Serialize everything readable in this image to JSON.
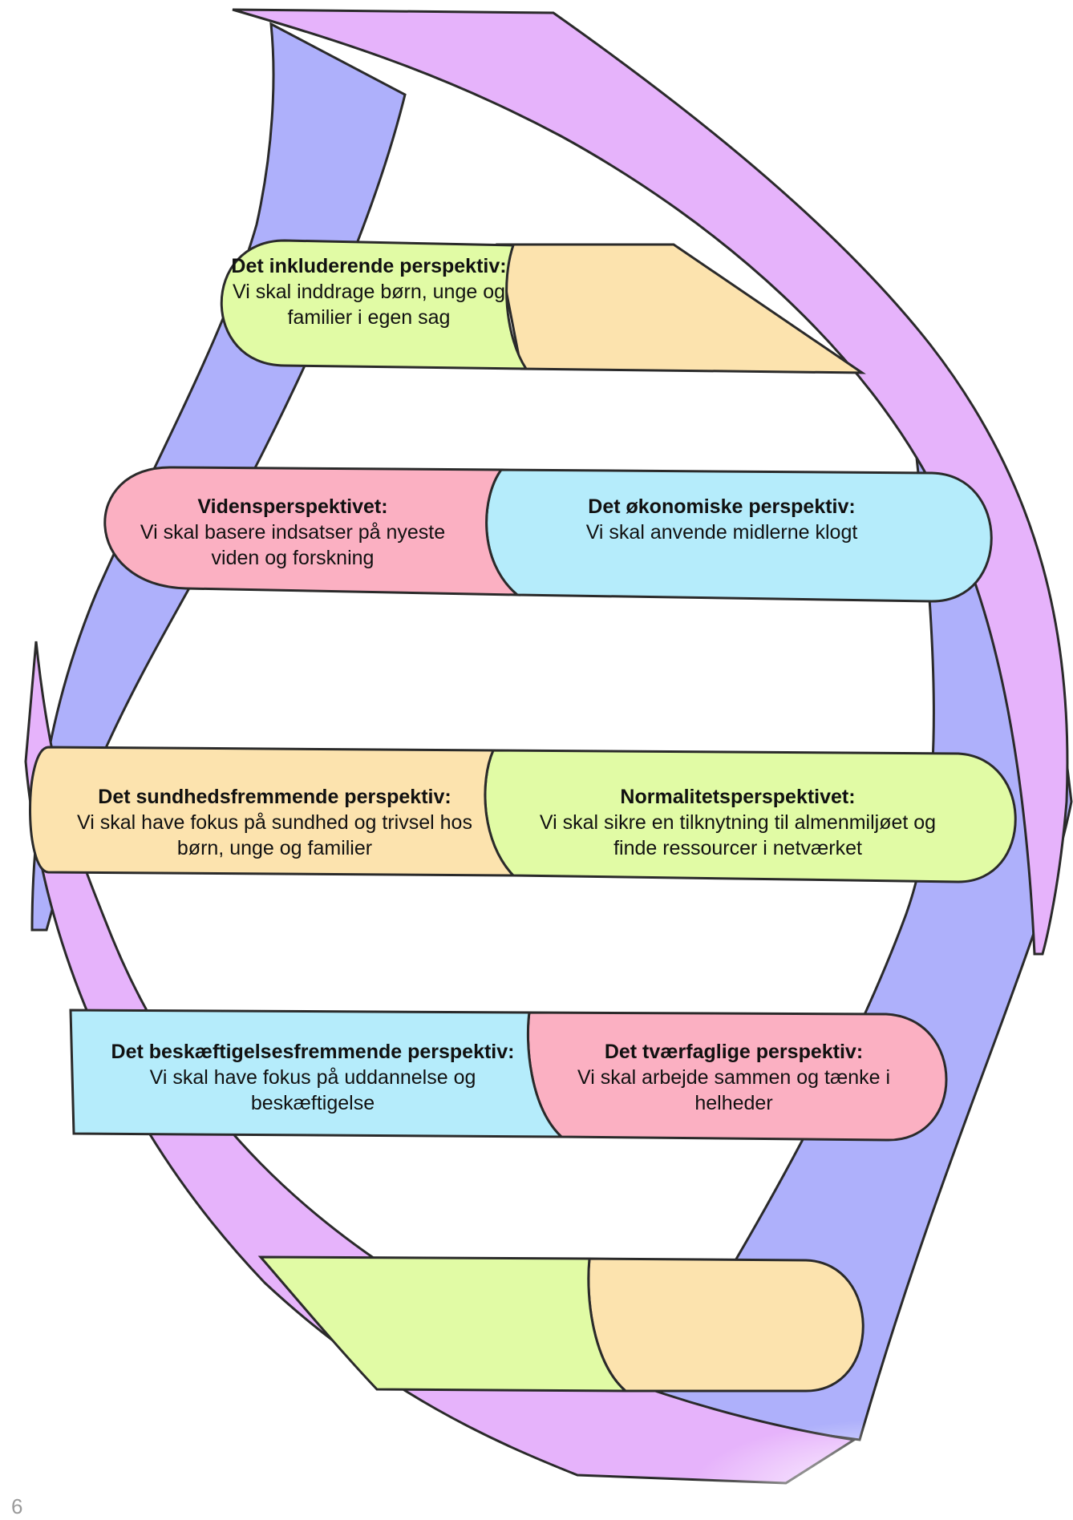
{
  "colors": {
    "strand_front": "#e6b3fb",
    "strand_back": "#aeb0fb",
    "green": "#e1fba5",
    "orange": "#fce3ae",
    "pink": "#fbb0c2",
    "blue": "#b5ecfb",
    "outline": "#2a2a2a"
  },
  "rungs": [
    {
      "left": {
        "color": "green",
        "title": "Det inkluderende perspektiv:",
        "text": "Vi skal inddrage børn, unge og familier i egen sag"
      },
      "right": {
        "color": "orange",
        "title": "",
        "text": ""
      }
    },
    {
      "left": {
        "color": "pink",
        "title": "Vidensperspektivet:",
        "text": "Vi skal basere indsatser på nyeste viden og forskning"
      },
      "right": {
        "color": "blue",
        "title": "Det økonomiske perspektiv:",
        "text": "Vi skal anvende midlerne klogt"
      }
    },
    {
      "left": {
        "color": "orange",
        "title": "Det sundhedsfremmende perspektiv:",
        "text": "Vi skal have fokus på sundhed og trivsel hos børn, unge og familier"
      },
      "right": {
        "color": "green",
        "title": "Normalitetsperspektivet:",
        "text": "Vi skal sikre en tilknytning til almenmiljøet og finde ressourcer i netværket"
      }
    },
    {
      "left": {
        "color": "blue",
        "title": "Det beskæftigelsesfremmende perspektiv:",
        "text": "Vi skal have fokus på uddannelse og beskæftigelse"
      },
      "right": {
        "color": "pink",
        "title": "Det tværfaglige perspektiv:",
        "text": "Vi skal arbejde sammen og tænke i helheder"
      }
    },
    {
      "left": {
        "color": "green",
        "title": "",
        "text": ""
      },
      "right": {
        "color": "orange",
        "title": "",
        "text": ""
      }
    }
  ],
  "page_number": "6"
}
